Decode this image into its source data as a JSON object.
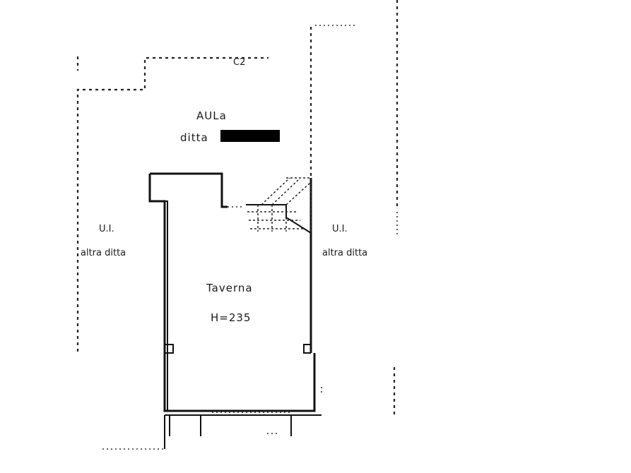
{
  "plan": {
    "north_area_label": "AULa",
    "north_owner_label": "ditta",
    "redaction_color": "#000000",
    "room_name": "Taverna",
    "room_height": "H=235",
    "left_neighbor_code": "U.I.",
    "left_neighbor_label": "altra ditta",
    "right_neighbor_code": "U.I.",
    "right_neighbor_label": "altra ditta",
    "top_corner_code": "C2"
  }
}
